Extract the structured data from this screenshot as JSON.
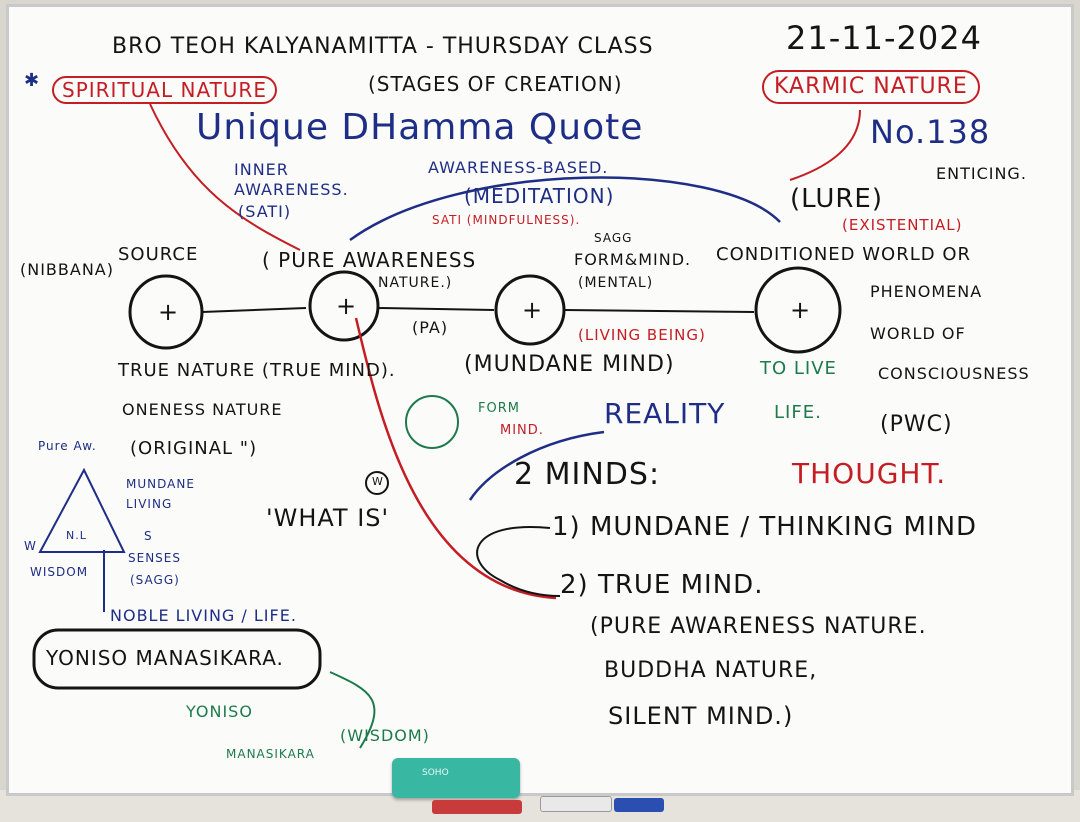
{
  "header": {
    "title": "BRO TEOH KALYANAMITTA - THURSDAY CLASS",
    "date": "21-11-2024"
  },
  "top_labels": {
    "star_mark": "✱",
    "spiritual_nature": "SPIRITUAL NATURE",
    "stages": "(STAGES OF CREATION)",
    "karmic_nature": "KARMIC NATURE",
    "quote_heading": "Unique DHamma Quote",
    "quote_number": "No.138"
  },
  "nodes": {
    "nibbana": "(NIBBANA)",
    "source": "SOURCE",
    "plus": "+",
    "inner_awareness_1": "INNER",
    "inner_awareness_2": "AWARENESS.",
    "sati": "(SATI)",
    "awareness_based": "AWARENESS-BASED.",
    "meditation": "(MEDITATION)",
    "sati_mindfulness": "SATI (MINDFULNESS).",
    "pure_awareness": "( PURE AWARENESS",
    "nature": "NATURE.)",
    "pa": "(PA)",
    "sagg": "SAGG",
    "form_mind": "FORM&MIND.",
    "mental": "(MENTAL)",
    "conditioned": "CONDITIONED WORLD OR",
    "lure": "(LURE)",
    "enticing": "ENTICING.",
    "existential": "(EXISTENTIAL)",
    "living_being": "(LIVING BEING)",
    "phenomena_1": "PHENOMENA",
    "phenomena_2": "WORLD OF",
    "phenomena_3": "CONSCIOUSNESS",
    "pwc": "(PWC)",
    "true_nature": "TRUE NATURE (TRUE MIND).",
    "mundane_mind": "(MUNDANE MIND)",
    "to_live_1": "TO LIVE",
    "to_live_2": "LIFE.",
    "oneness": "ONENESS NATURE",
    "original": "(ORIGINAL \")",
    "form_label": "FORM",
    "mind_label": "MIND.",
    "reality": "REALITY",
    "what_is": "'WHAT IS'",
    "w_circle": "W"
  },
  "two_minds": {
    "heading": "2 MINDS:",
    "thought": "THOUGHT.",
    "item1": "1) MUNDANE / THINKING MIND",
    "item2": "2) TRUE MIND.",
    "desc1": "(PURE AWARENESS NATURE.",
    "desc2": "BUDDHA NATURE,",
    "desc3": "SILENT MIND.)"
  },
  "triangle": {
    "pure_aw": "Pure Aw.",
    "mundane": "MUNDANE",
    "living": "LIVING",
    "nl": "N.L",
    "w": "W",
    "s": "S",
    "senses": "SENSES",
    "sagg": "(SAGG)",
    "wisdom": "WISDOM",
    "noble": "NOBLE LIVING / LIFE."
  },
  "bottom": {
    "yoniso_box": "YONISO MANASIKARA.",
    "yoniso": "YONISO",
    "manasikara": "MANASIKARA",
    "wisdom": "(WISDOM)"
  },
  "eraser": {
    "label": "SOHO"
  },
  "colors": {
    "red": "#c41e24",
    "blue": "#1e2e86",
    "black": "#141414",
    "green": "#1d7a4a"
  }
}
